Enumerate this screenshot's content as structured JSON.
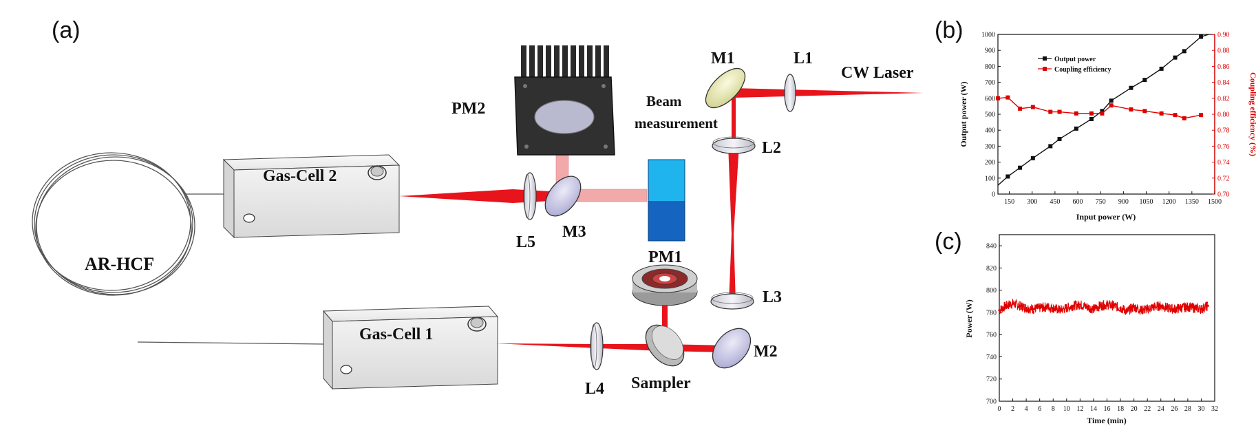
{
  "panels": {
    "a": "(a)",
    "b": "(b)",
    "c": "(c)"
  },
  "setup": {
    "labels": {
      "pm2": "PM2",
      "m1": "M1",
      "l1": "L1",
      "cw_laser": "CW Laser",
      "beam_meas_1": "Beam",
      "beam_meas_2": "measurement",
      "l2": "L2",
      "gas_cell_2": "Gas-Cell 2",
      "l5": "L5",
      "m3": "M3",
      "ar_hcf": "AR-HCF",
      "pm1": "PM1",
      "l3": "L3",
      "gas_cell_1": "Gas-Cell 1",
      "m2": "M2",
      "l4": "L4",
      "sampler": "Sampler"
    },
    "colors": {
      "beam": "#e8141c",
      "beam_weak": "#f2a9a9",
      "cell": "#eeeeee",
      "lens": "#e4e4ea",
      "block": "#1e88d8"
    }
  },
  "chart_data": [
    {
      "type": "line",
      "panel": "(b)",
      "xlabel": "Input power (W)",
      "ylabel": "Output power (W)",
      "ylabel_right": "Coupling efficiency (%)",
      "xlim": [
        75,
        1500
      ],
      "ylim": [
        0,
        1000
      ],
      "ylim_right": [
        0.7,
        0.9
      ],
      "x_ticks": [
        150,
        300,
        450,
        600,
        750,
        900,
        1050,
        1200,
        1350,
        1500
      ],
      "y_ticks": [
        0,
        100,
        200,
        300,
        400,
        500,
        600,
        700,
        800,
        900,
        1000
      ],
      "y_ticks_right": [
        "0.70",
        "0.72",
        "0.74",
        "0.76",
        "0.78",
        "0.80",
        "0.82",
        "0.84",
        "0.86",
        "0.88",
        "0.90"
      ],
      "legend_position": "top-left",
      "series": [
        {
          "name": "Output power",
          "axis": "left",
          "color": "#111111",
          "x": [
            140,
            220,
            305,
            420,
            480,
            590,
            690,
            760,
            820,
            950,
            1040,
            1150,
            1240,
            1300,
            1410
          ],
          "y": [
            110,
            165,
            225,
            300,
            345,
            410,
            470,
            520,
            585,
            665,
            715,
            785,
            855,
            895,
            985
          ]
        },
        {
          "name": "Coupling efficiency",
          "axis": "right",
          "color": "#e00000",
          "x": [
            75,
            140,
            220,
            305,
            420,
            480,
            590,
            690,
            760,
            820,
            950,
            1040,
            1150,
            1240,
            1300,
            1410
          ],
          "y": [
            0.82,
            0.821,
            0.807,
            0.809,
            0.803,
            0.803,
            0.801,
            0.801,
            0.801,
            0.811,
            0.806,
            0.804,
            0.801,
            0.799,
            0.795,
            0.799
          ]
        }
      ]
    },
    {
      "type": "line",
      "panel": "(c)",
      "xlabel": "Time (min)",
      "ylabel": "Power (W)",
      "xlim": [
        0,
        32
      ],
      "ylim": [
        700,
        850
      ],
      "x_ticks": [
        0,
        2,
        4,
        6,
        8,
        10,
        12,
        14,
        16,
        18,
        20,
        22,
        24,
        26,
        28,
        30,
        32
      ],
      "y_ticks": [
        700,
        720,
        740,
        760,
        780,
        800,
        820,
        840
      ],
      "series": [
        {
          "name": "",
          "color": "#e00000",
          "x": [
            0,
            1,
            2,
            3,
            4,
            5,
            6,
            7,
            8,
            9,
            10,
            11,
            12,
            13,
            14,
            15,
            16,
            17,
            18,
            19,
            20,
            21,
            22,
            23,
            24,
            25,
            26,
            27,
            28,
            29,
            30,
            31
          ],
          "y": [
            782,
            786,
            788,
            786,
            784,
            783,
            784,
            785,
            784,
            782,
            784,
            786,
            787,
            785,
            783,
            786,
            787,
            786,
            784,
            781,
            785,
            782,
            783,
            785,
            786,
            784,
            783,
            784,
            785,
            784,
            783,
            786
          ]
        }
      ]
    }
  ]
}
